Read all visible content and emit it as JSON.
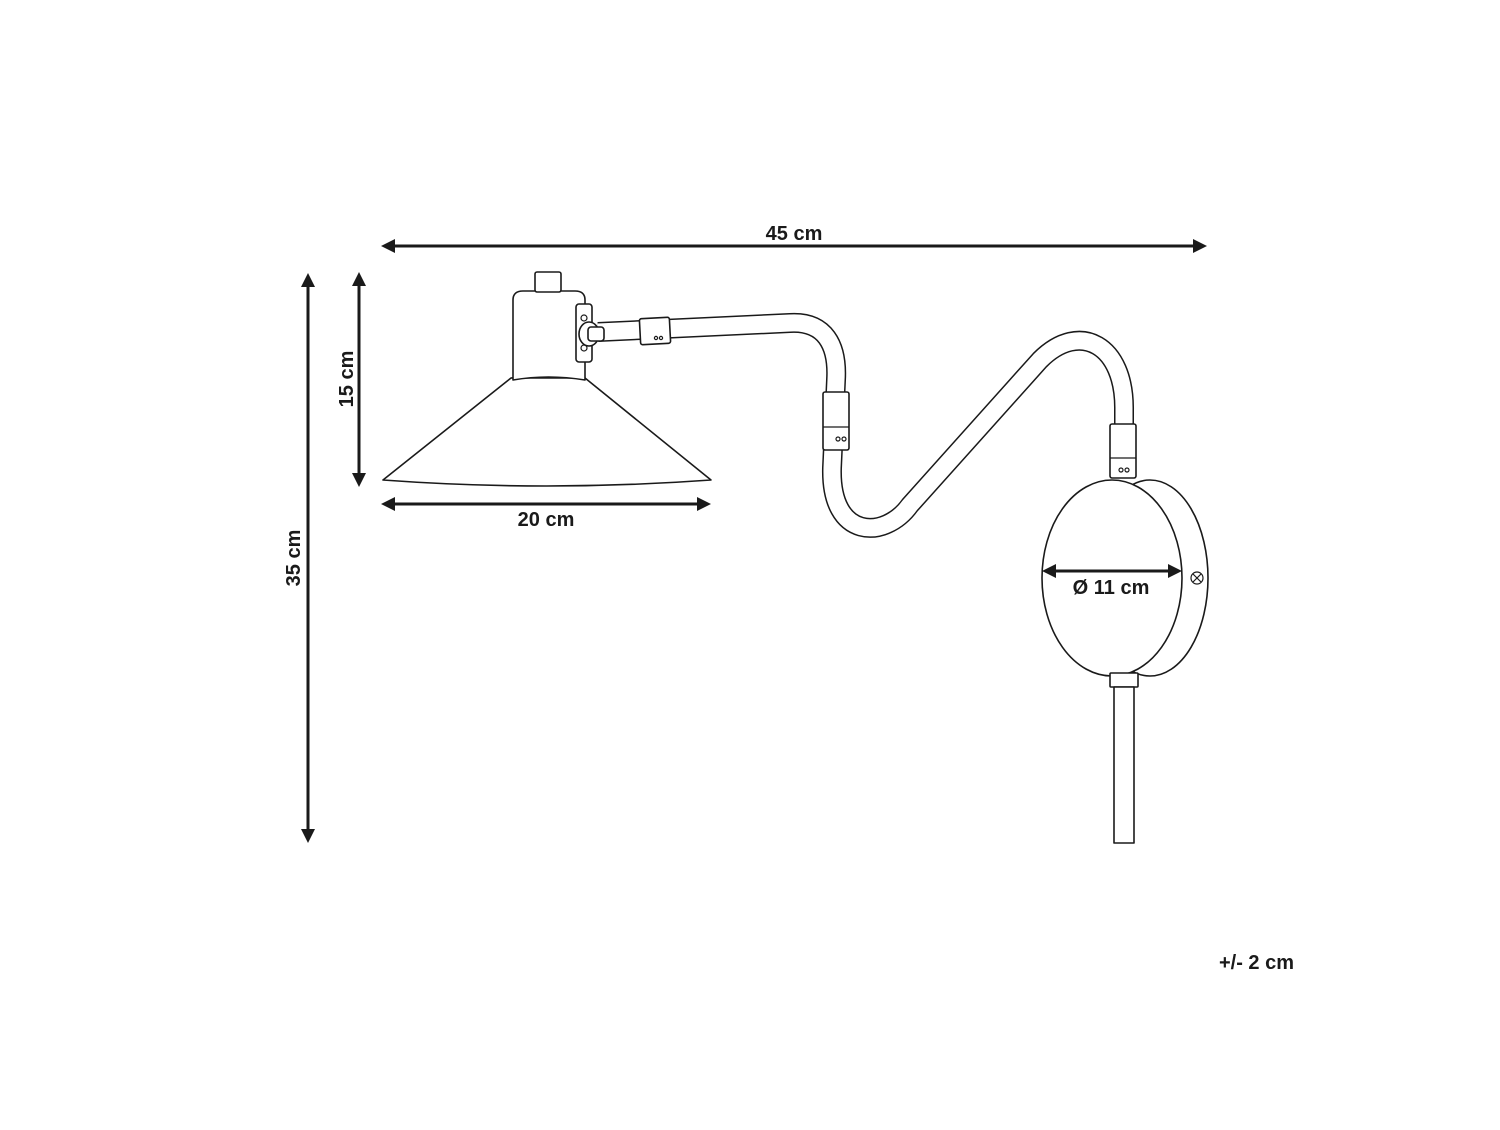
{
  "dimensions": {
    "overall_width": "45 cm",
    "overall_height": "35 cm",
    "shade_height": "15 cm",
    "shade_width": "20 cm",
    "base_diameter": "Ø 11 cm"
  },
  "tolerance": "+/- 2 cm",
  "colors": {
    "line": "#1a1a1a",
    "background": "#ffffff"
  }
}
